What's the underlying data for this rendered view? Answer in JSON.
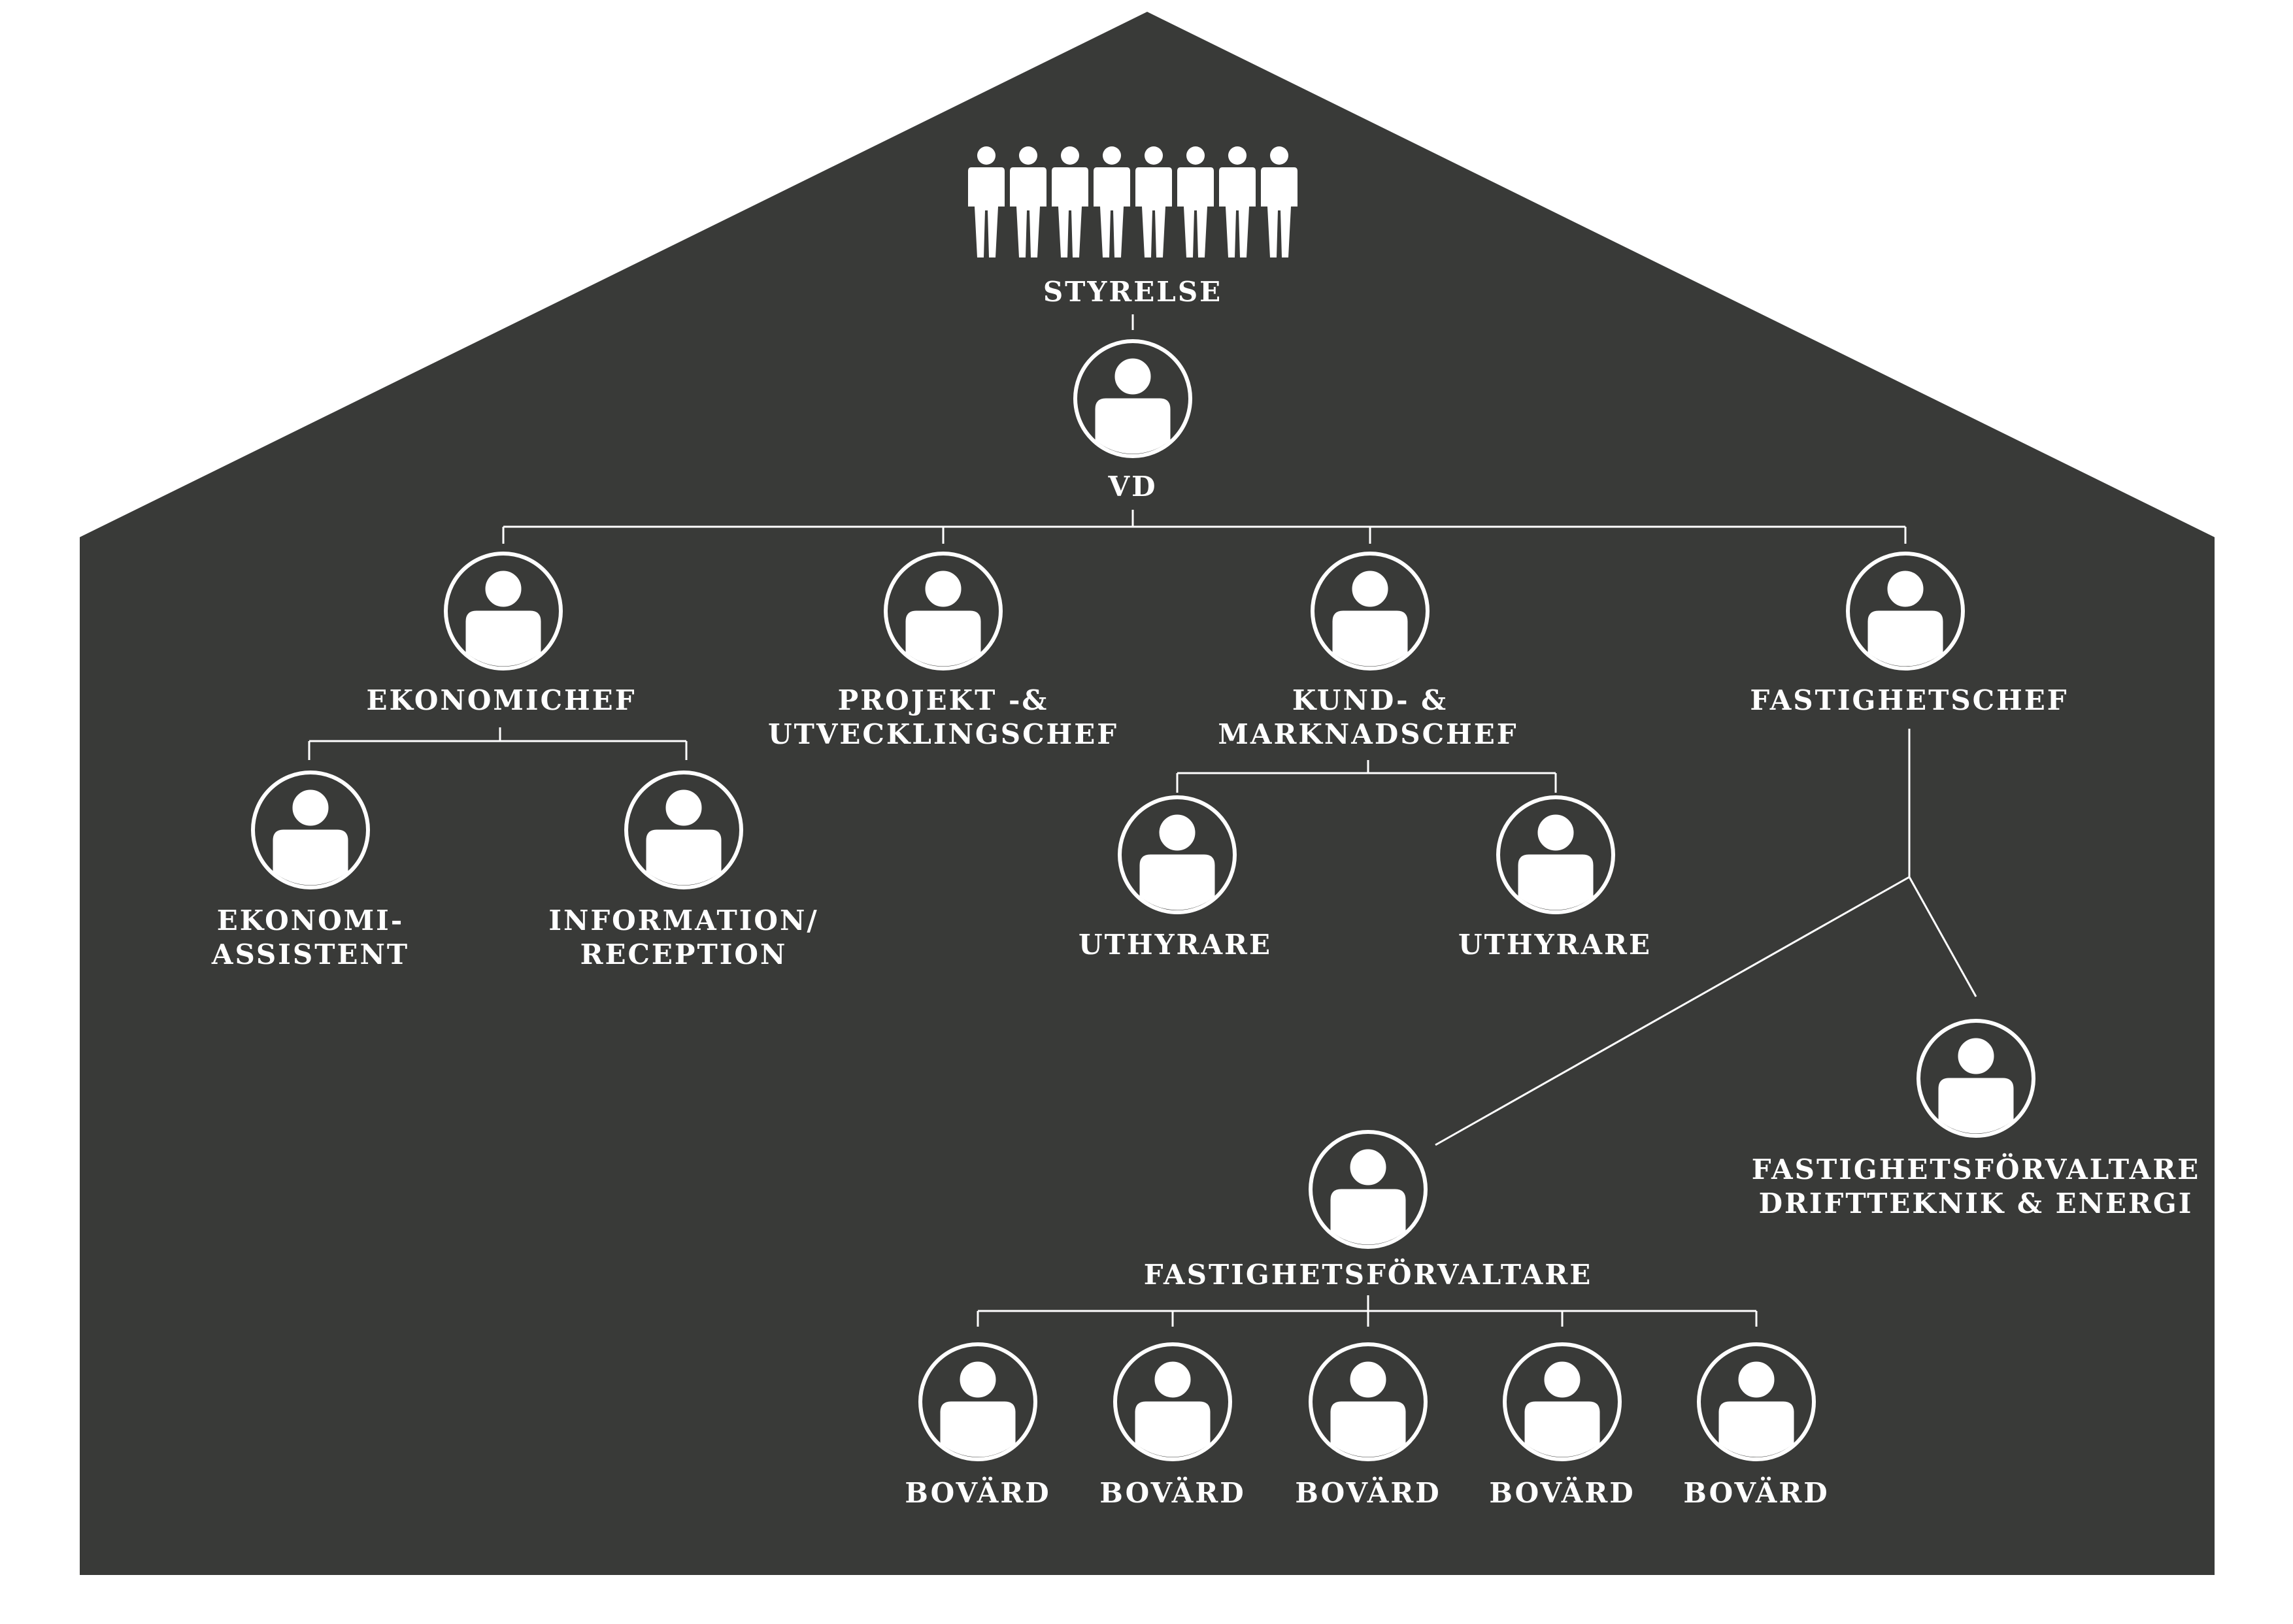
{
  "colors": {
    "background": "#ffffff",
    "house": "#393a38",
    "foreground": "#ffffff"
  },
  "board": {
    "label": "STYRELSE",
    "member_count": 8,
    "icon": "board-members-icon"
  },
  "ceo": {
    "label": "VD",
    "icon": "person-avatar-icon"
  },
  "departments": {
    "finance_head": {
      "label": "EKONOMICHEF"
    },
    "project_head": {
      "line1": "PROJEKT -&",
      "line2": "UTVECKLINGSCHEF"
    },
    "customer_head": {
      "line1": "KUND- &",
      "line2": "MARKNADSCHEF"
    },
    "property_head": {
      "label": "FASTIGHETSCHEF"
    }
  },
  "finance_staff": {
    "assistant": {
      "line1": "EKONOMI-",
      "line2": "ASSISTENT"
    },
    "reception": {
      "line1": "INFORMATION/",
      "line2": "RECEPTION"
    }
  },
  "letting_agents": [
    {
      "label": "UTHYRARE"
    },
    {
      "label": "UTHYRARE"
    }
  ],
  "property_managers": {
    "manager": {
      "label": "FASTIGHETSFÖRVALTARE"
    },
    "technical_manager": {
      "line1": "FASTIGHETSFÖRVALTARE",
      "line2": "DRIFTTEKNIK & ENERGI"
    }
  },
  "caretakers": [
    {
      "label": "BOVÄRD"
    },
    {
      "label": "BOVÄRD"
    },
    {
      "label": "BOVÄRD"
    },
    {
      "label": "BOVÄRD"
    },
    {
      "label": "BOVÄRD"
    }
  ]
}
